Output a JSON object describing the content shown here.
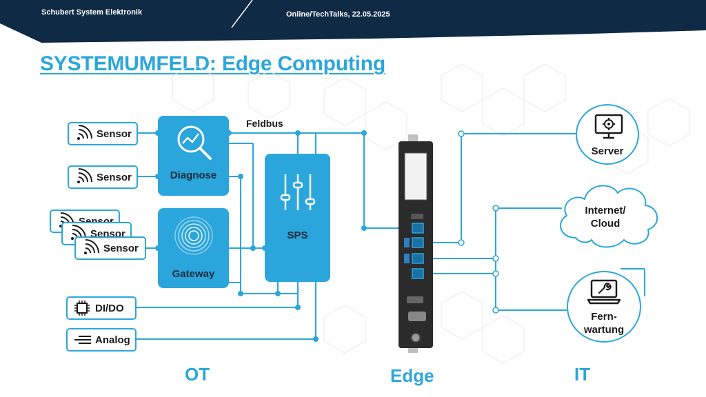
{
  "header": {
    "brand": "Schubert System Elektronik",
    "event": "Online/TechTalks, 22.05.2025"
  },
  "title": "SYSTEMUMFELD: Edge Computing",
  "diagram": {
    "inputs": [
      {
        "label": "Sensor",
        "icon": "wireless-sensor-icon"
      },
      {
        "label": "Sensor",
        "icon": "wireless-sensor-icon"
      },
      {
        "label": "Sensor",
        "icon": "wireless-sensor-icon"
      },
      {
        "label": "Sensor",
        "icon": "wireless-sensor-icon"
      },
      {
        "label": "Sensor",
        "icon": "wireless-sensor-icon"
      },
      {
        "label": "DI/DO",
        "icon": "chip-icon"
      },
      {
        "label": "Analog",
        "icon": "signal-lines-icon"
      }
    ],
    "blocks": {
      "diagnose": {
        "label": "Diagnose",
        "icon": "magnifier-chart-icon"
      },
      "gateway": {
        "label": "Gateway",
        "icon": "concentric-rings-icon"
      },
      "sps": {
        "label": "SPS",
        "icon": "slider-controls-icon"
      }
    },
    "bus_label": "Feldbus",
    "edge_device": {
      "icon": "industrial-pc-icon"
    },
    "it_nodes": {
      "server": {
        "label": "Server",
        "icon": "monitor-gear-icon"
      },
      "cloud": {
        "label_line1": "Internet/",
        "label_line2": "Cloud",
        "icon": "cloud-icon"
      },
      "fernwartung": {
        "label_line1": "Fern-",
        "label_line2": "wartung",
        "icon": "laptop-wrench-icon"
      }
    },
    "sections": {
      "ot": "OT",
      "edge": "Edge",
      "it": "IT"
    }
  },
  "colors": {
    "accent": "#2aa6dc",
    "header_bg": "#0f2a45",
    "device": "#2b2b2b"
  }
}
